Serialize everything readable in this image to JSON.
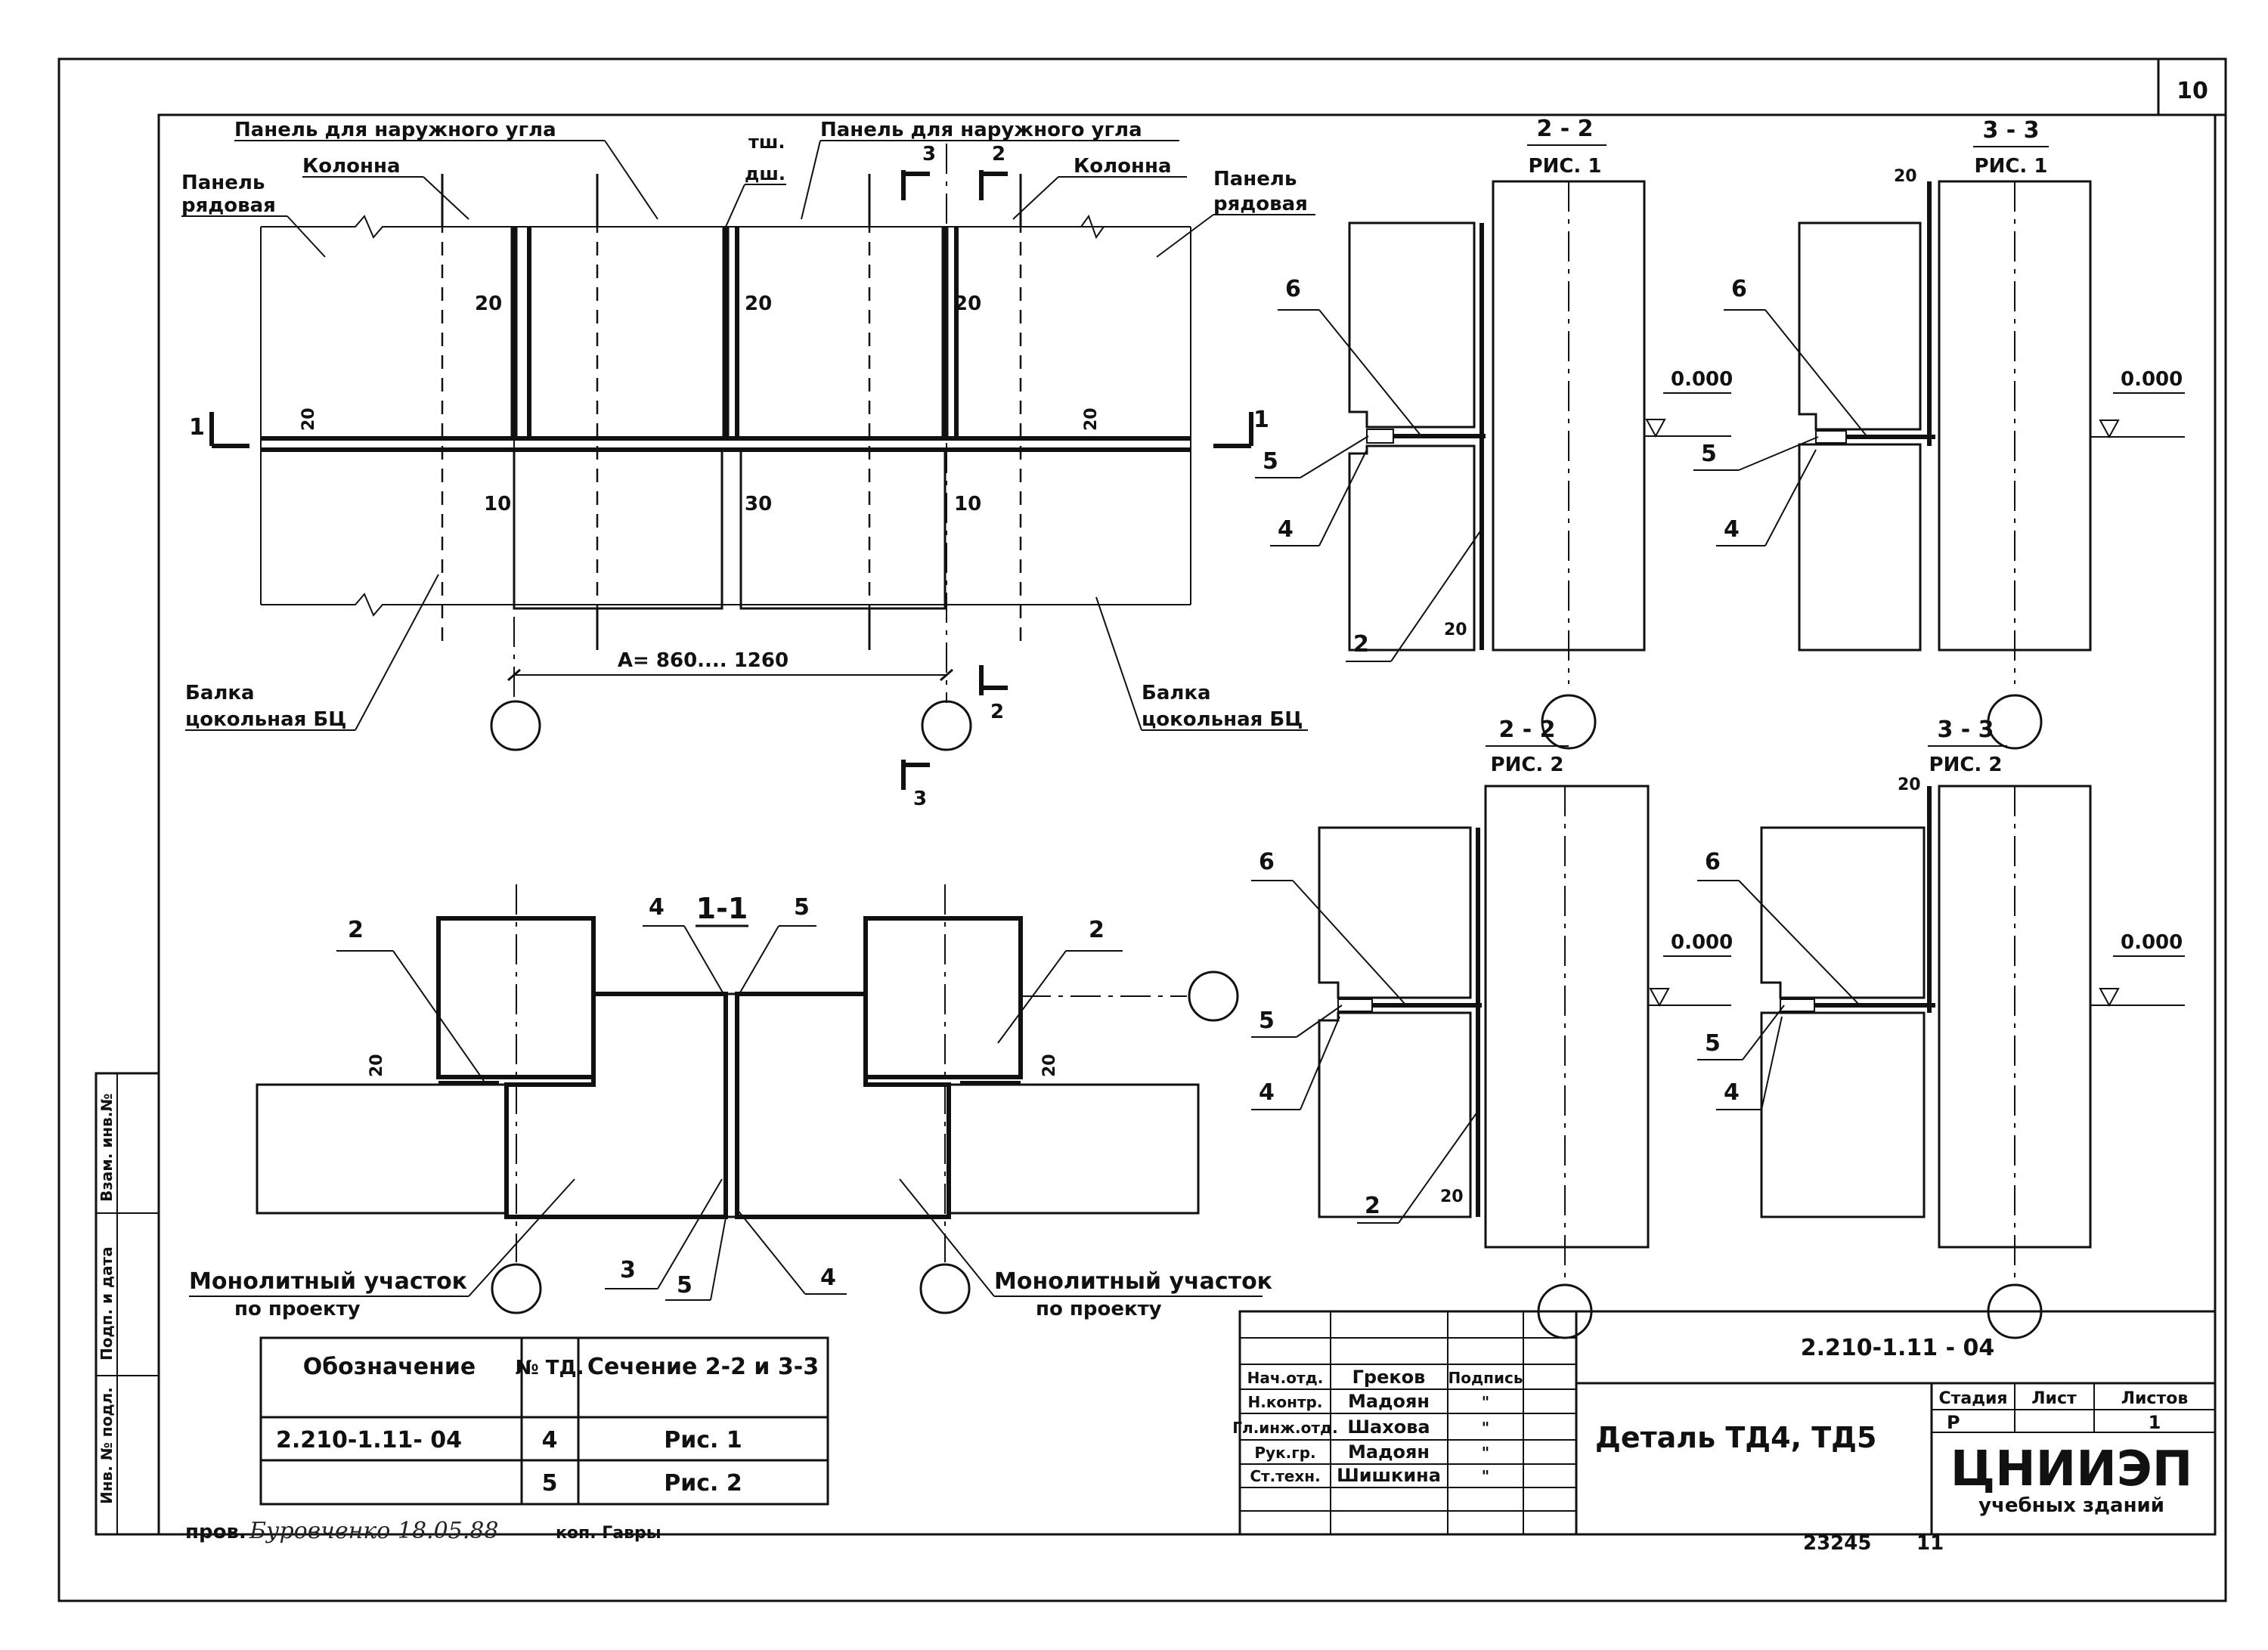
{
  "sheet": {
    "number": "10",
    "code": "2.210-1.11 - 04",
    "archive_no": "23245",
    "format_no": "11"
  },
  "plan": {
    "label_panel_corner_left": "Панель для наружного угла",
    "label_panel_corner_right": "Панель для наружного угла",
    "label_column_left": "Колонна",
    "label_column_right": "Колонна",
    "label_panel_row_left_1": "Панель",
    "label_panel_row_left_2": "рядовая",
    "label_panel_row_right_1": "Панель",
    "label_panel_row_right_2": "рядовая",
    "label_tsh": "тш.",
    "label_dsh": "дш.",
    "label_beam_left_1": "Балка",
    "label_beam_left_2": "цокольная БЦ",
    "label_beam_right_1": "Балка",
    "label_beam_right_2": "цокольная БЦ",
    "dim_a": "A= 860.... 1260",
    "dim_20_a": "20",
    "dim_20_b": "20",
    "dim_20_c": "20",
    "dim_20_d": "20",
    "dim_20_e": "20",
    "dim_10_a": "10",
    "dim_10_b": "10",
    "dim_30": "30",
    "cut_1_left": "1",
    "cut_1_right": "1",
    "cut_2_top": "2",
    "cut_2_bottom": "2",
    "cut_3_top": "3",
    "cut_3_bottom": "3"
  },
  "section_1_1": {
    "title": "1-1",
    "m2_left": "2",
    "m2_right": "2",
    "m4_top": "4",
    "m5_top": "5",
    "m3": "3",
    "m5_bottom": "5",
    "m4_bottom": "4",
    "dim_20_left": "20",
    "dim_20_right": "20",
    "mono_left_1": "Монолитный участок",
    "mono_left_2": "по проекту",
    "mono_right_1": "Монолитный участок",
    "mono_right_2": "по проекту"
  },
  "sections": [
    {
      "title": "2 - 2",
      "sub": "РИС. 1",
      "m6": "6",
      "m5": "5",
      "m4": "4",
      "m2": "2",
      "level": "0.000",
      "dim": "20"
    },
    {
      "title": "3 - 3",
      "sub": "РИС. 1",
      "m6": "6",
      "m5": "5",
      "m4": "4",
      "level": "0.000",
      "dim": "20"
    },
    {
      "title": "2 - 2",
      "sub": "РИС. 2",
      "m6": "6",
      "m5": "5",
      "m4": "4",
      "m2": "2",
      "level": "0.000",
      "dim": "20"
    },
    {
      "title": "3 - 3",
      "sub": "РИС. 2",
      "m6": "6",
      "m5": "5",
      "m4": "4",
      "level": "0.000",
      "dim": "20"
    }
  ],
  "table": {
    "headers": [
      "Обозначение",
      "№ ТД.",
      "Сечение 2-2 и 3-3"
    ],
    "rows": [
      [
        "2.210-1.11- 04",
        "4",
        "Рис. 1"
      ],
      [
        "",
        "5",
        "Рис. 2"
      ]
    ]
  },
  "stamp": {
    "roles": [
      "Нач.отд.",
      "Н.контр.",
      "Гл.инж.отд.",
      "Рук.гр.",
      "Ст.техн."
    ],
    "names": [
      "Греков",
      "Мадоян",
      "Шахова",
      "Мадоян",
      "Шишкина"
    ],
    "sign_header": "Подпись",
    "sign_marks": [
      "",
      "\"",
      "\"",
      "\"",
      "\""
    ],
    "title": "Деталь ТД4, ТД5",
    "stage_label": "Стадия",
    "sheet_label": "Лист",
    "sheets_label": "Листов",
    "stage_value": "Р",
    "sheet_value": "",
    "sheets_value": "1",
    "org_1": "ЦНИИЭП",
    "org_2": "учебных зданий"
  },
  "side_strip": [
    "Инв. № подл.",
    "Подп. и дата",
    "Взам. инв.№"
  ],
  "footer": {
    "checked": "пров.",
    "signature": "Буровченко 18.05.88",
    "copied": "коп. Гавры"
  }
}
